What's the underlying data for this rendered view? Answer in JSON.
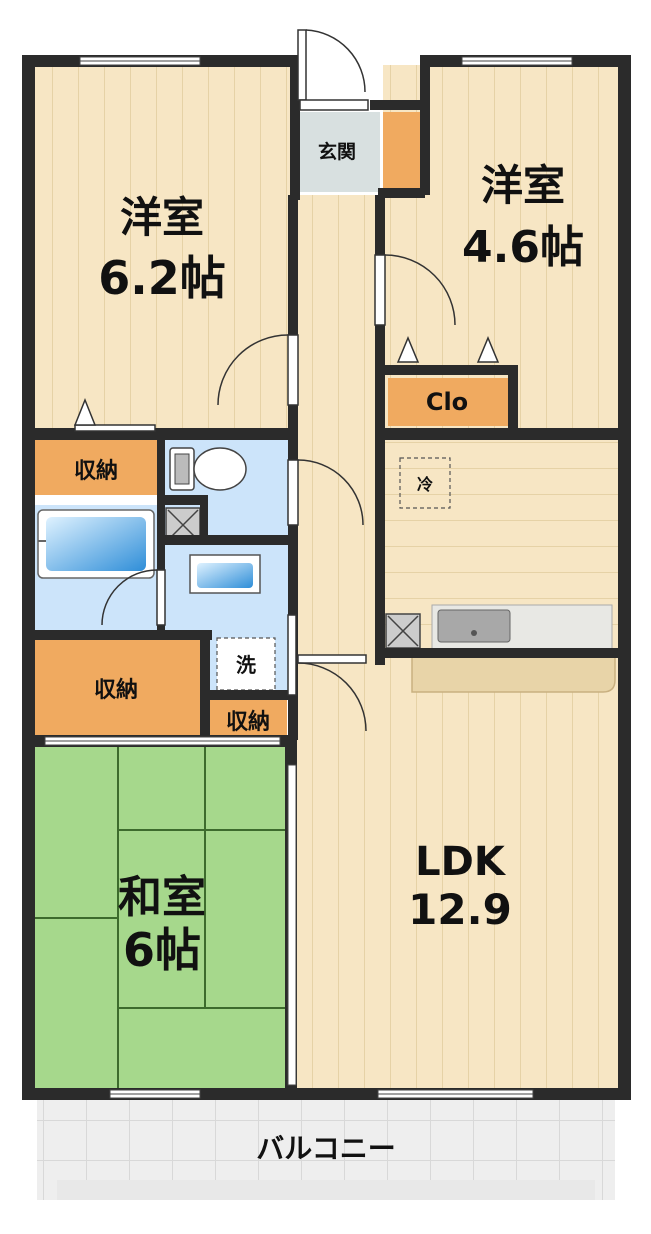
{
  "rooms": {
    "western_room_1": {
      "name": "洋室",
      "size": "6.2帖"
    },
    "western_room_2": {
      "name": "洋室",
      "size": "4.6帖"
    },
    "japanese_room": {
      "name": "和室",
      "size": "6帖"
    },
    "ldk": {
      "name": "LDK",
      "size": "12.9"
    }
  },
  "labels": {
    "entrance": "玄関",
    "closet": "Clo",
    "storage_1": "収納",
    "storage_2": "収納",
    "storage_3": "収納",
    "refrigerator": "冷",
    "washer": "洗",
    "balcony": "バルコニー"
  },
  "colors": {
    "wall": "#2b2b2b",
    "flooring": "#f7e6c4",
    "flooring_line": "#e6d2a6",
    "storage": "#f0aa60",
    "tatami": "#a6d88c",
    "tatami_line": "#3d6b2d",
    "wet_area": "#cce4fa",
    "entrance_floor": "#d8e0e0",
    "balcony": "#eeeeee",
    "counter": "#e8d4a8"
  }
}
